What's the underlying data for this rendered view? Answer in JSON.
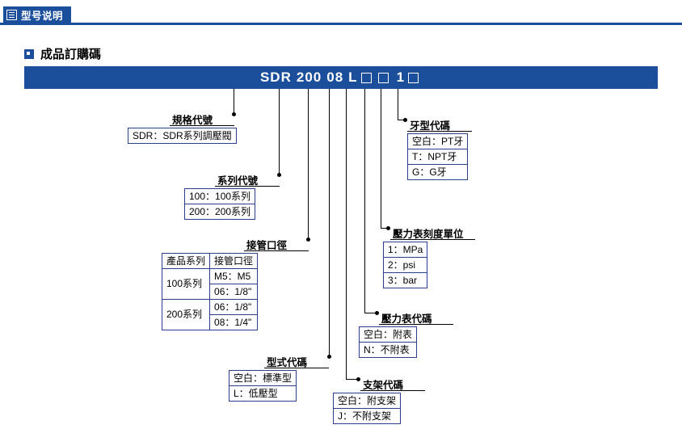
{
  "header": {
    "tab_label": "型号说明",
    "icon": "document-lines-icon",
    "accent_color": "#1b4f9c"
  },
  "section": {
    "title": "成品訂購碼",
    "bullet_icon": "square-bullet-icon"
  },
  "code_bar": {
    "segments": [
      "SDR",
      "200",
      "08",
      "L",
      "□",
      "□",
      "1",
      "□"
    ],
    "text": "SDR 200 08 L □ □ 1 □"
  },
  "callouts": {
    "spec": {
      "title": "規格代號",
      "rows": [
        [
          "SDR：SDR系列調壓閥"
        ]
      ]
    },
    "series": {
      "title": "系列代號",
      "rows": [
        [
          "100：100系列"
        ],
        [
          "200：200系列"
        ]
      ]
    },
    "port": {
      "title": "接管口徑",
      "head": [
        "產品系列",
        "接管口徑"
      ],
      "rows": [
        [
          "100系列",
          "M5：M5"
        ],
        [
          "",
          "06：1/8\""
        ],
        [
          "200系列",
          "06：1/8\""
        ],
        [
          "",
          "08：1/4\""
        ]
      ]
    },
    "type": {
      "title": "型式代碼",
      "rows": [
        [
          "空白：標準型"
        ],
        [
          "L：低壓型"
        ]
      ]
    },
    "bracket": {
      "title": "支架代碼",
      "rows": [
        [
          "空白：附支架"
        ],
        [
          "J：不附支架"
        ]
      ]
    },
    "gauge": {
      "title": "壓力表代碼",
      "rows": [
        [
          "空白：附表"
        ],
        [
          "N：不附表"
        ]
      ]
    },
    "unit": {
      "title": "壓力表刻度單位",
      "rows": [
        [
          "1：MPa"
        ],
        [
          "2：psi"
        ],
        [
          "3：bar"
        ]
      ]
    },
    "thread": {
      "title": "牙型代碼",
      "rows": [
        [
          "空白：PT牙"
        ],
        [
          "T：NPT牙"
        ],
        [
          "G：G牙"
        ]
      ]
    }
  }
}
